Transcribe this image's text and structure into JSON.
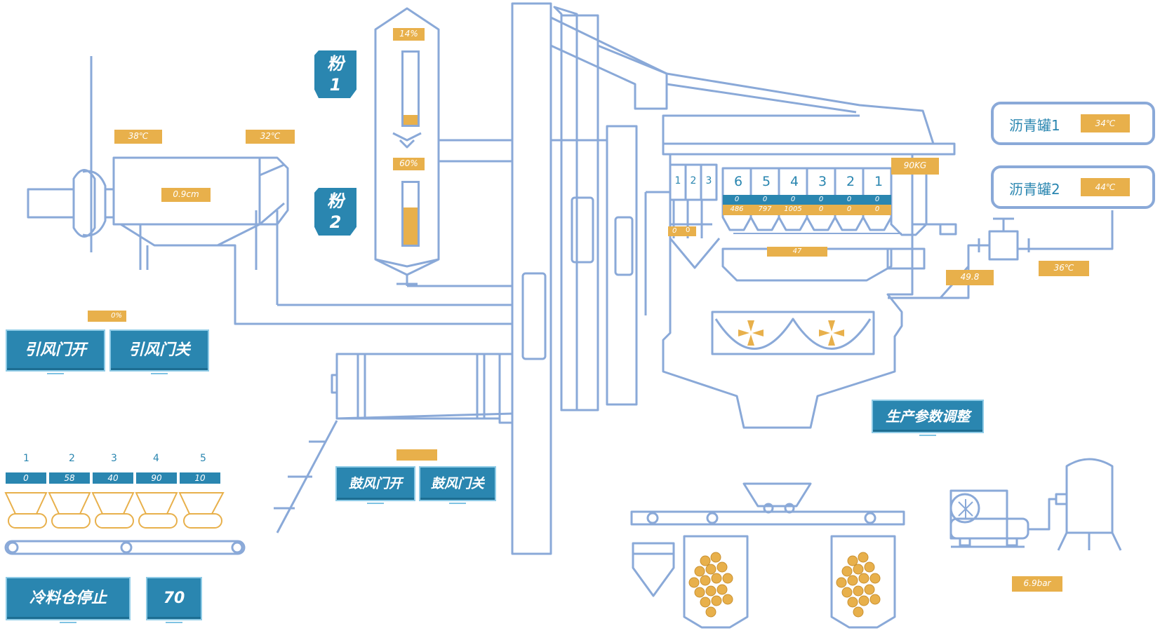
{
  "dryer": {
    "temp_left": "38℃",
    "temp_right": "32℃",
    "thickness": "0.9cm",
    "damper_pct": "0%",
    "btn_open": "引风门开",
    "btn_close": "引风门关"
  },
  "powders": [
    {
      "label_line1": "粉",
      "label_line2": "1",
      "level_text": "14%",
      "level": 0.14
    },
    {
      "label_line1": "粉",
      "label_line2": "2",
      "level_text": "60%",
      "level": 0.6
    }
  ],
  "blower": {
    "btn_open": "鼓风门开",
    "btn_close": "鼓风门关",
    "value": ""
  },
  "cold_bins": {
    "numbers": [
      "1",
      "2",
      "3",
      "4",
      "5"
    ],
    "values": [
      "0",
      "58",
      "40",
      "90",
      "10"
    ],
    "btn_stop": "冷料仓停止",
    "btn_value": "70"
  },
  "mixer": {
    "weight": "90KG",
    "small_bins": [
      "1",
      "2",
      "3"
    ],
    "small_bin_values": [
      "0",
      "0"
    ],
    "hot_bins": [
      "6",
      "5",
      "4",
      "3",
      "2",
      "1"
    ],
    "hot_bin_row1": [
      "0",
      "0",
      "0",
      "0",
      "0",
      "0"
    ],
    "hot_bin_row2": [
      "486",
      "797",
      "1005",
      "0",
      "0",
      "0"
    ],
    "scale": "47",
    "pipe_value": "49.8",
    "btn_params": "生产参数调整"
  },
  "asphalt": {
    "tanks": [
      {
        "name": "沥青罐1",
        "temp": "34℃"
      },
      {
        "name": "沥青罐2",
        "temp": "44℃"
      }
    ],
    "pipe_temp": "36℃"
  },
  "compressor": {
    "pressure": "6.9bar"
  },
  "colors": {
    "line": "#8aa9d8",
    "accent_blue": "#2a86b0",
    "accent_orange": "#e8b04b"
  }
}
